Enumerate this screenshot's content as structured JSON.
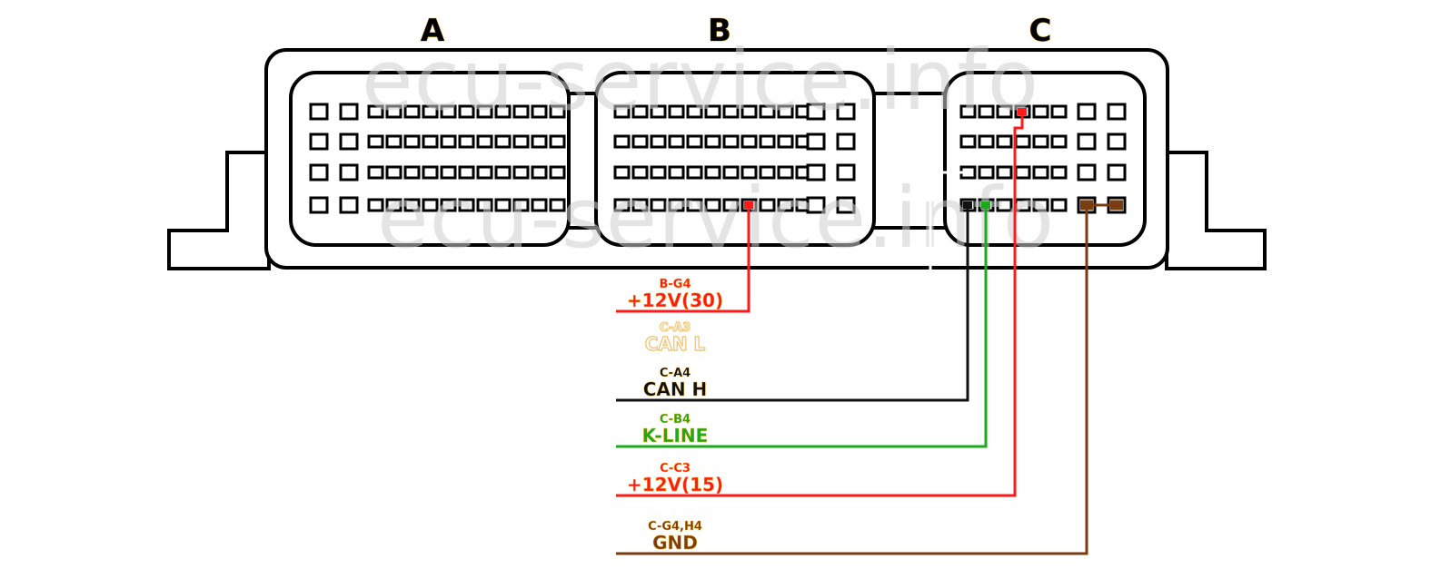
{
  "watermark": "ecu-service.info",
  "connectors": [
    {
      "id": "A",
      "label": "A",
      "rows": 4,
      "small_cols": 11,
      "large_cols": 2,
      "large_side": "left"
    },
    {
      "id": "B",
      "label": "B",
      "rows": 4,
      "small_cols": 11,
      "large_cols": 2,
      "large_side": "right"
    },
    {
      "id": "C",
      "label": "C",
      "rows": 4,
      "small_cols": 6,
      "large_cols": 2,
      "large_side": "right"
    }
  ],
  "signals": [
    {
      "pin": "B-G4",
      "name": "+12V(30)",
      "color": "#ff1a1a",
      "connector": "B",
      "row": 4,
      "col": 8
    },
    {
      "pin": "C-A3",
      "name": "CAN L",
      "color": "#f5c877",
      "connector": "C",
      "row": 3,
      "col": 1,
      "outlined": true
    },
    {
      "pin": "C-A4",
      "name": "CAN H",
      "color": "#111111",
      "connector": "C",
      "row": 4,
      "col": 1
    },
    {
      "pin": "C-B4",
      "name": "K-LINE",
      "color": "#1aaa1a",
      "connector": "C",
      "row": 4,
      "col": 2
    },
    {
      "pin": "C-C3",
      "name": "+12V(15)",
      "color": "#ff1a1a",
      "connector": "C",
      "row": 1,
      "col": 4
    },
    {
      "pin": "C-G4,H4",
      "name": "GND",
      "color": "#7a3d10",
      "connector": "C",
      "row": 4,
      "col": 7
    }
  ]
}
